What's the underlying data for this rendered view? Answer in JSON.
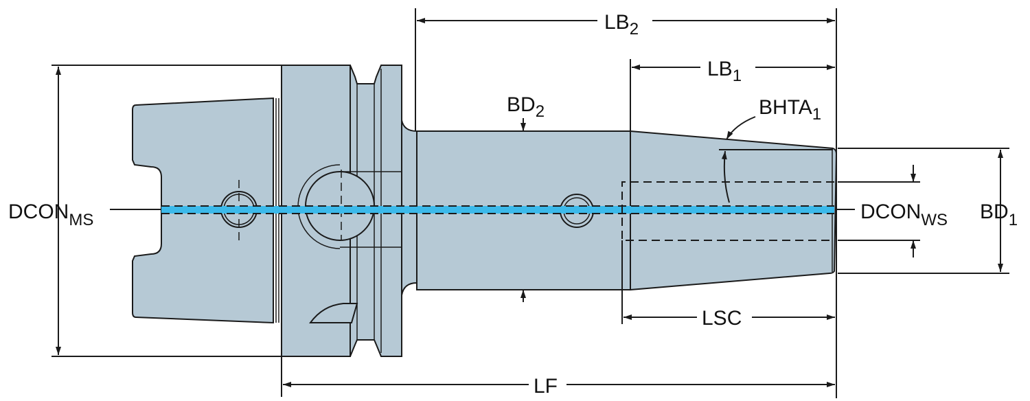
{
  "title": "Tool holder dimension drawing",
  "colors": {
    "body": "#b6c9d5",
    "coolant": "#3cb9ea",
    "line": "#1a1a1a"
  },
  "labels": {
    "lb2": {
      "main": "LB",
      "sub": "2"
    },
    "lb1": {
      "main": "LB",
      "sub": "1"
    },
    "bd2": {
      "main": "BD",
      "sub": "2"
    },
    "bhta1": {
      "main": "BHTA",
      "sub": "1"
    },
    "dcon_ms": {
      "main": "DCON",
      "sub": "MS"
    },
    "dcon_ws": {
      "main": "DCON",
      "sub": "WS"
    },
    "bd1": {
      "main": "BD",
      "sub": "1"
    },
    "lsc": "LSC",
    "lf": "LF"
  }
}
